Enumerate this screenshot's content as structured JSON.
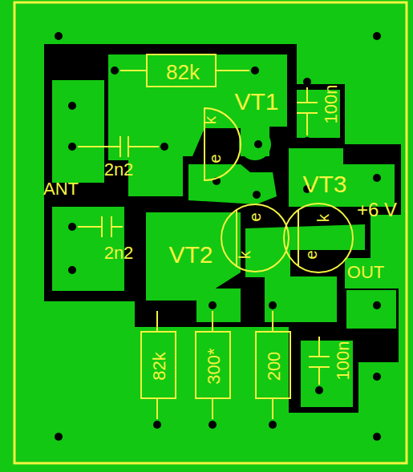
{
  "diagram": {
    "nodes": [
      {
        "text": [
          "82k"
        ]
      },
      {
        "text": [
          "VT1",
          "k",
          "e"
        ]
      },
      {
        "text": [
          "VT3",
          "k",
          "e"
        ]
      },
      {
        "text": [
          "VT2",
          "e",
          "k"
        ]
      },
      {
        "text": [
          "82k"
        ]
      },
      {
        "text": [
          "300*"
        ]
      },
      {
        "text": [
          "200"
        ]
      }
    ],
    "labels": [
      "100n",
      "2n2",
      "ANT",
      "+6 V",
      "2n2",
      "OUT",
      "100n"
    ]
  }
}
